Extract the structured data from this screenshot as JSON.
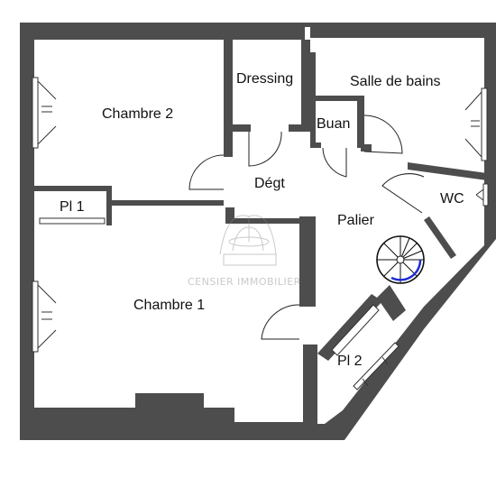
{
  "plan": {
    "rooms": {
      "dressing": "Dressing",
      "salle_de_bains": "Salle de bains",
      "chambre_2": "Chambre 2",
      "buan": "Buan",
      "degt": "Dégt",
      "wc": "WC",
      "pl_1": "Pl 1",
      "palier": "Palier",
      "chambre_1": "Chambre 1",
      "pl_2": "Pl 2"
    },
    "watermark": "CENSIER IMMOBILIER"
  },
  "colors": {
    "wall": "#4d4d4d",
    "floor": "#ffffff",
    "stair_accent": "#1f2bd6",
    "watermark": "#8a8a8a"
  },
  "icons": [
    "window-icon",
    "door-arc-icon",
    "spiral-staircase-icon",
    "fountain-logo-icon"
  ]
}
